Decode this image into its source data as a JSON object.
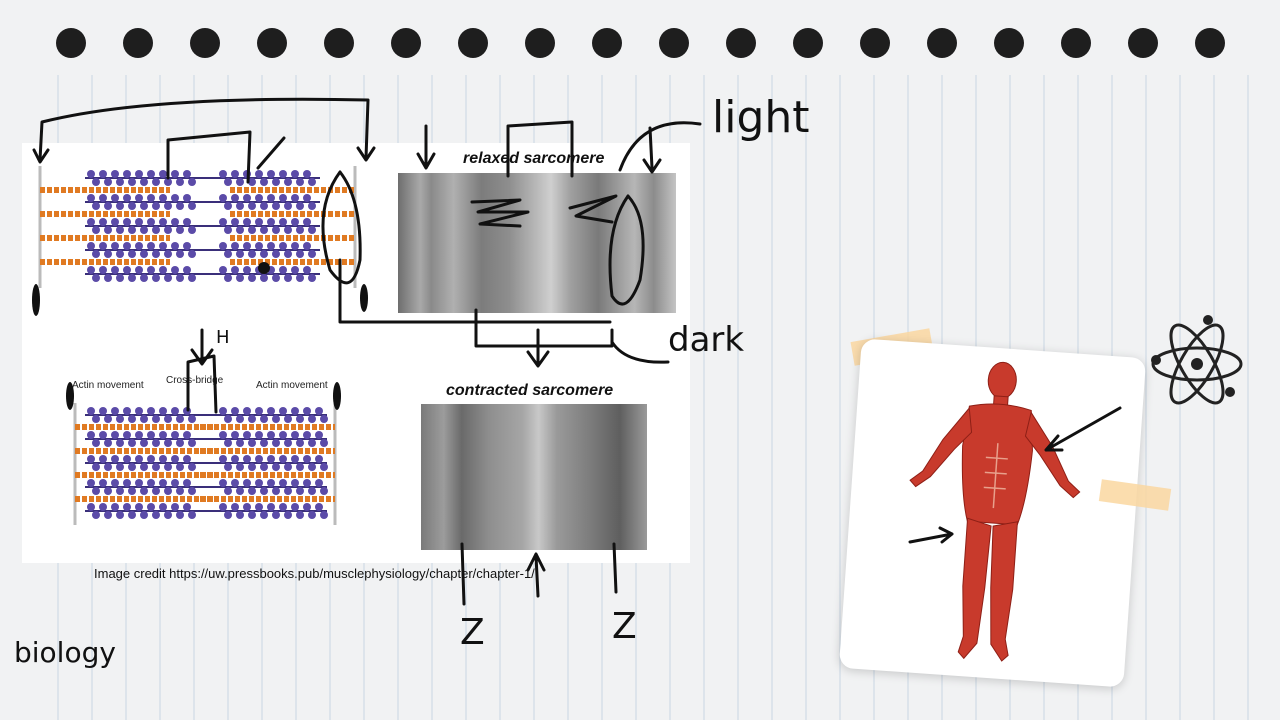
{
  "page": {
    "corner_label": "biology",
    "paper_color": "#f1f2f3",
    "line_color": "#c9d6e3"
  },
  "diagram": {
    "relaxed_title": "relaxed sarcomere",
    "contracted_title": "contracted sarcomere",
    "label_actin_left": "Actin movement",
    "label_crossbridge": "Cross-bridge",
    "label_actin_right": "Actin movement",
    "credit": "Image credit https://uw.pressbooks.pub/musclephysiology/chapter/chapter-1/"
  },
  "annotations": {
    "light": "light",
    "dark": "dark",
    "h": "H",
    "z_left": "Z",
    "z_right": "Z"
  },
  "colors": {
    "myosin": "#5b4ba8",
    "actin": "#e07a22",
    "ink": "#111111",
    "muscle": "#c83a2c",
    "tape": "#f8d3a0"
  },
  "icons": [
    "atom-icon"
  ]
}
